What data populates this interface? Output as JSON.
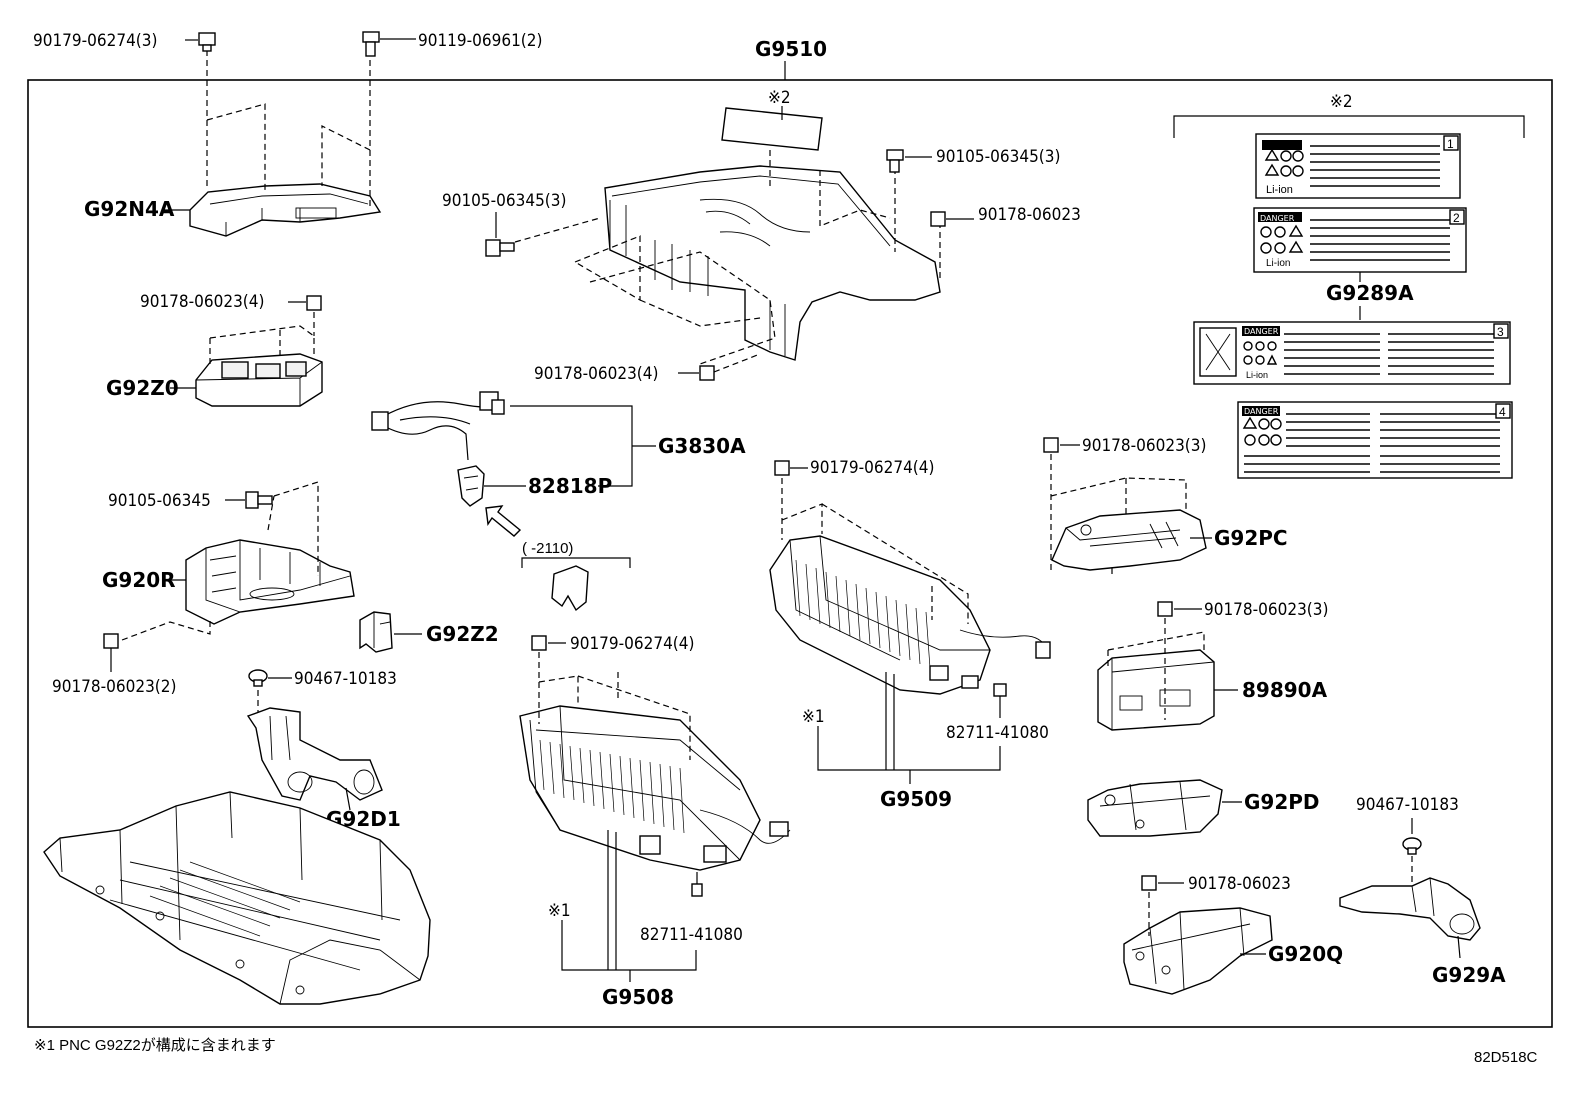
{
  "main_group": "G9510",
  "labels": {
    "p1": "90179-06274(3)",
    "p2": "90119-06961(2)",
    "p3": "G92N4A",
    "p4": "90105-06345(3)",
    "p5": "90105-06345(3)",
    "p6": "90178-06023",
    "p7": "90178-06023(4)",
    "p8": "G92Z0",
    "p9": "90178-06023(4)",
    "p10": "G3830A",
    "p11": "82818P",
    "p12": "90105-06345",
    "p13": "G920R",
    "p14": "( -2110)",
    "p15": "G92Z2",
    "p16": "90178-06023(2)",
    "p17": "90467-10183",
    "p18": "G92D1",
    "p19": "90179-06274(4)",
    "p20": "90179-06274(4)",
    "p21": "82711-41080",
    "p22": "G9508",
    "p23": "82711-41080",
    "p24": "G9509",
    "p25": "90178-06023(3)",
    "p26": "G92PC",
    "p27": "90178-06023(3)",
    "p28": "89890A",
    "p29": "G92PD",
    "p30": "90467-10183",
    "p31": "90178-06023",
    "p32": "G920Q",
    "p33": "G929A",
    "p34": "G9289A"
  },
  "notes": {
    "mark2_top": "※2",
    "mark2_right": "※2",
    "mark1_a": "※1",
    "mark1_b": "※1",
    "footnote": "※1 PNC G92Z2が構成に含まれます",
    "diagram_code": "82D518C"
  },
  "stickers": {
    "s1": {
      "number": "1",
      "text": "Li-ion"
    },
    "s2": {
      "number": "2",
      "text": "DANGER",
      "text2": "Li-ion"
    },
    "s3": {
      "number": "3",
      "text": "DANGER",
      "text2": "Li-ion"
    },
    "s4": {
      "number": "4",
      "text": "DANGER"
    }
  }
}
